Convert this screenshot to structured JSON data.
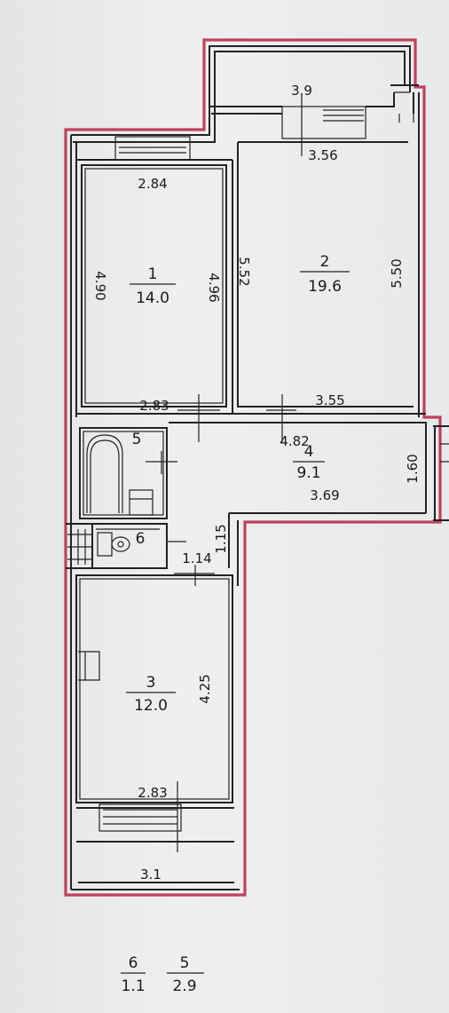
{
  "plan": {
    "rooms": [
      {
        "id": "1",
        "number": "1",
        "area": "14.0"
      },
      {
        "id": "2",
        "number": "2",
        "area": "19.6"
      },
      {
        "id": "3",
        "number": "3",
        "area": "12.0"
      },
      {
        "id": "4",
        "number": "4",
        "area": "9.1"
      },
      {
        "id": "5",
        "number": "5"
      },
      {
        "id": "6",
        "number": "6"
      }
    ],
    "dimensions": {
      "balcony_top_width": "3.9",
      "room2_top": "3.56",
      "room1_top": "2.84",
      "room1_left": "4.90",
      "room1_right": "4.96",
      "room2_left": "5.52",
      "room2_right": "5.50",
      "room1_bottom": "2.83",
      "room2_bottom": "3.55",
      "hall_top": "4.82",
      "hall_bottom": "3.69",
      "hall_right": "1.60",
      "corridor_height": "1.15",
      "wc_width": "1.14",
      "room3_right": "4.25",
      "room3_top": "2.83",
      "balcony_bottom_width": "3.1"
    },
    "legend": [
      {
        "number": "6",
        "area": "1.1"
      },
      {
        "number": "5",
        "area": "2.9"
      }
    ]
  },
  "colors": {
    "outline": "#c0415c",
    "wall": "#222222",
    "paper": "#e9eaec"
  }
}
